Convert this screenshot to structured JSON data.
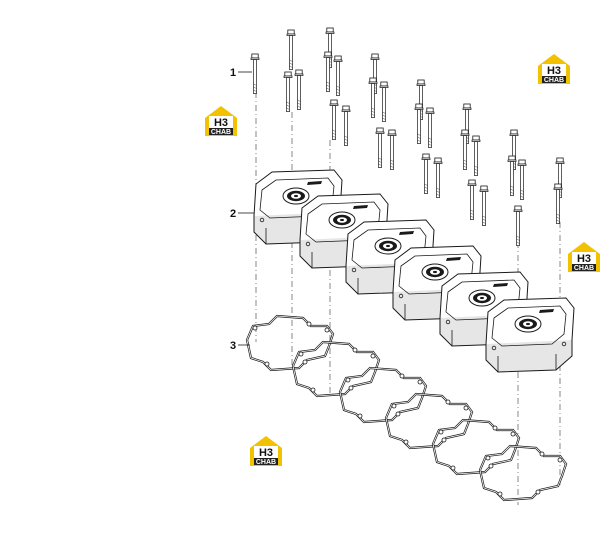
{
  "callouts": [
    {
      "label": "1"
    },
    {
      "label": "2"
    },
    {
      "label": "3"
    }
  ],
  "watermark": {
    "top": "H3",
    "bottom": "CHAB"
  },
  "colors": {
    "line": "#1a1a1a",
    "fill": "#ffffff",
    "shade": "#e6e6e6",
    "logo_yellow": "#f2c200",
    "logo_dark": "#222222"
  }
}
